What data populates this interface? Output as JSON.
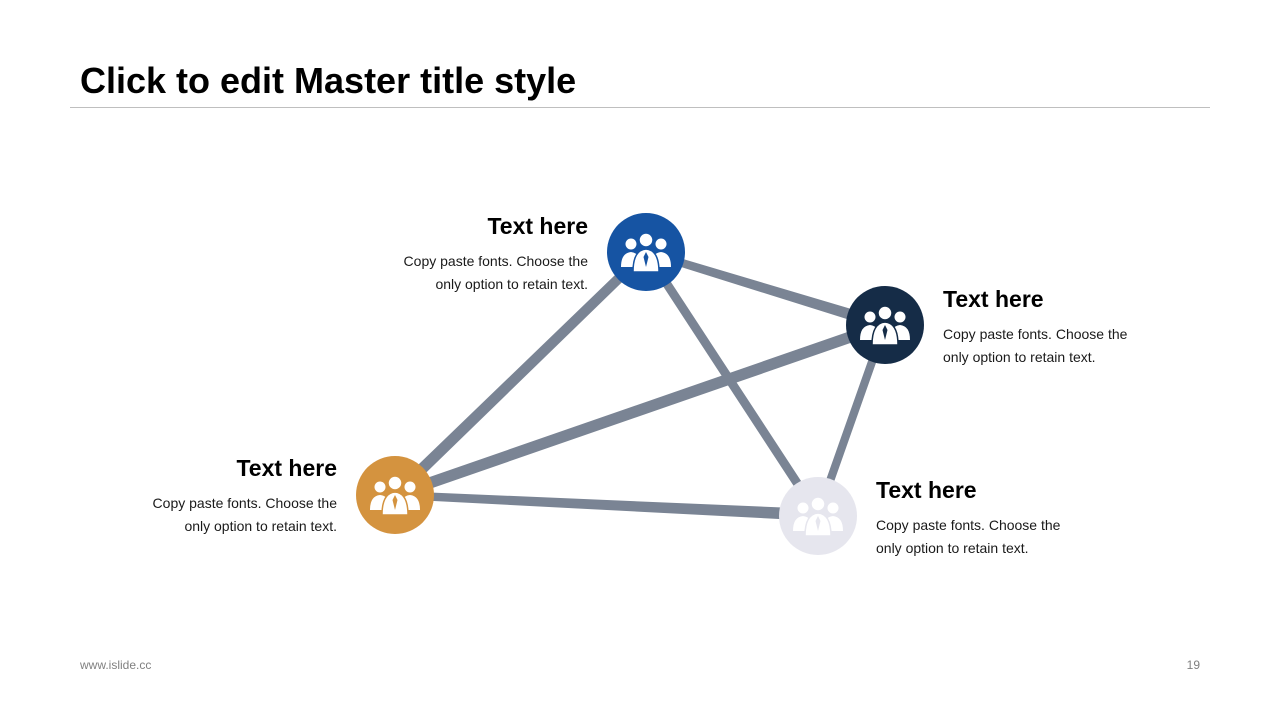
{
  "title": "Click to edit Master title style",
  "nodes": [
    {
      "heading": "Text here",
      "line1": "Copy paste fonts. Choose the",
      "line2": "only option to retain text.",
      "color": "#1654a3",
      "icon": "people-group-icon"
    },
    {
      "heading": "Text here",
      "line1": "Copy paste fonts. Choose the",
      "line2": "only option to retain text.",
      "color": "#152c47",
      "icon": "people-group-icon"
    },
    {
      "heading": "Text here",
      "line1": "Copy paste fonts. Choose the",
      "line2": "only option to retain text.",
      "color": "#d4933f",
      "icon": "people-group-icon"
    },
    {
      "heading": "Text here",
      "line1": "Copy paste fonts. Choose the",
      "line2": "only option to retain text.",
      "color": "#e6e6ee",
      "icon": "people-group-icon"
    }
  ],
  "connector_color": "#7a8494",
  "footer": {
    "website": "www.islide.cc",
    "page_number": "19"
  }
}
